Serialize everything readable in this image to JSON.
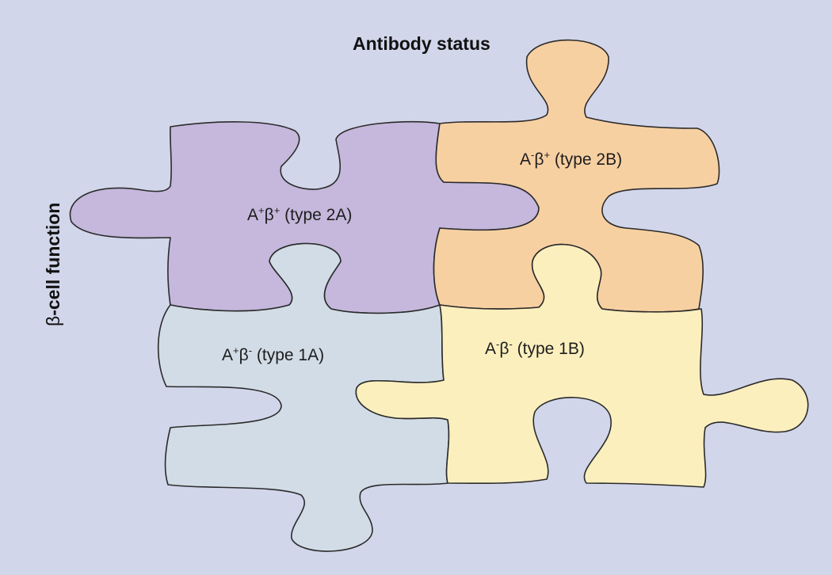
{
  "axes": {
    "top": "Antibody status",
    "left_symbol": "β",
    "left_rest": "-cell function"
  },
  "pieces": {
    "type2a": {
      "color": "#c5b8dc",
      "base": "A",
      "sup1": "+",
      "beta": "β",
      "sup2": "+",
      "suffix": " (type 2A)"
    },
    "type2b": {
      "color": "#f7d0a2",
      "base": "A",
      "sup1": "-",
      "beta": "β",
      "sup2": "+",
      "suffix": " (type 2B)"
    },
    "type1a": {
      "color": "#d1dce6",
      "base": "A",
      "sup1": "+",
      "beta": "β",
      "sup2": "-",
      "suffix": " (type 1A)"
    },
    "type1b": {
      "color": "#fcefbe",
      "base": "A",
      "sup1": "-",
      "beta": "β",
      "sup2": "-",
      "suffix": " (type 1B)"
    }
  }
}
